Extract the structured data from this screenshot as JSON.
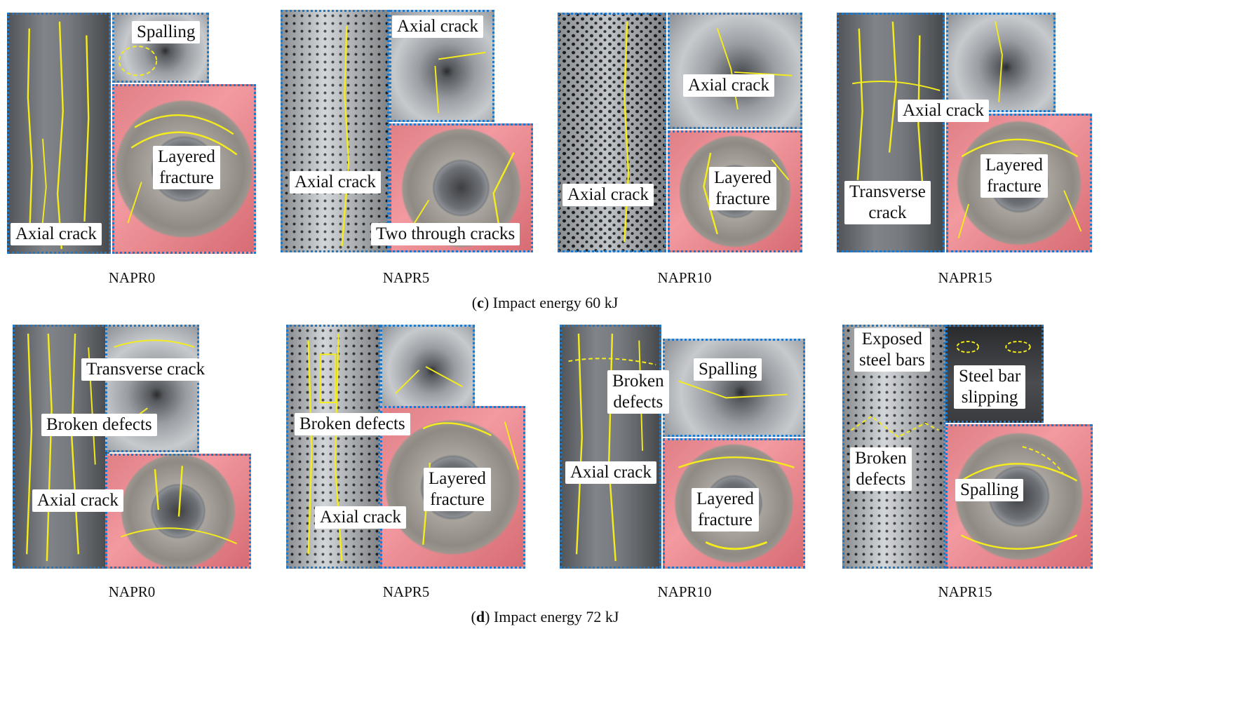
{
  "figure": {
    "row_c": {
      "caption_letter": "c",
      "caption_text": " Impact energy 60 kJ",
      "specimens": [
        {
          "name": "NAPR0",
          "labels": [
            "Spalling",
            "Layered\nfracture",
            "Axial crack"
          ]
        },
        {
          "name": "NAPR5",
          "labels": [
            "Axial crack",
            "Axial crack",
            "Two through cracks"
          ]
        },
        {
          "name": "NAPR10",
          "labels": [
            "Axial crack",
            "Layered\nfracture",
            "Axial crack"
          ]
        },
        {
          "name": "NAPR15",
          "labels": [
            "Axial crack",
            "Layered\nfracture",
            "Transverse\ncrack"
          ]
        }
      ]
    },
    "row_d": {
      "caption_letter": "d",
      "caption_text": " Impact energy 72 kJ",
      "specimens": [
        {
          "name": "NAPR0",
          "labels": [
            "Transverse crack",
            "Broken defects",
            "Axial crack"
          ]
        },
        {
          "name": "NAPR5",
          "labels": [
            "Broken defects",
            "Layered\nfracture",
            "Axial crack"
          ]
        },
        {
          "name": "NAPR10",
          "labels": [
            "Spalling",
            "Broken\ndefects",
            "Axial crack",
            "Layered\nfracture"
          ]
        },
        {
          "name": "NAPR15",
          "labels": [
            "Exposed\nsteel bars",
            "Steel bar\nslipping",
            "Broken\ndefects",
            "Spalling"
          ]
        }
      ]
    }
  },
  "colors": {
    "frame": "#1f78c8",
    "crack_marking": "#f5ec1c"
  }
}
